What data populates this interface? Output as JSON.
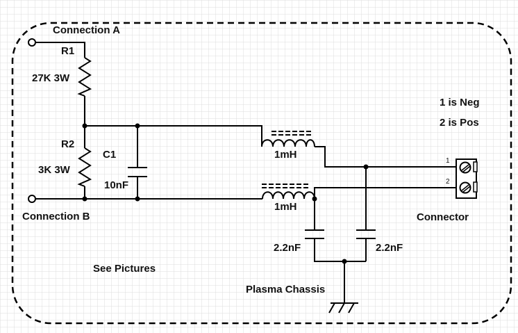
{
  "labels": {
    "connection_a": "Connection A",
    "connection_b": "Connection B",
    "r1_name": "R1",
    "r1_value": "27K 3W",
    "r2_name": "R2",
    "r2_value": "3K 3W",
    "c1_name": "C1",
    "c1_value": "10nF",
    "l1_value": "1mH",
    "l2_value": "1mH",
    "c2_value": "2.2nF",
    "c3_value": "2.2nF",
    "neg_note": "1 is Neg",
    "pos_note": "2 is Pos",
    "pin1": "1",
    "pin2": "2",
    "connector": "Connector",
    "see_pictures": "See Pictures",
    "chassis": "Plasma Chassis"
  },
  "colors": {
    "grid": "#dcdcdc",
    "wire": "#000000",
    "background": "#ffffff"
  }
}
